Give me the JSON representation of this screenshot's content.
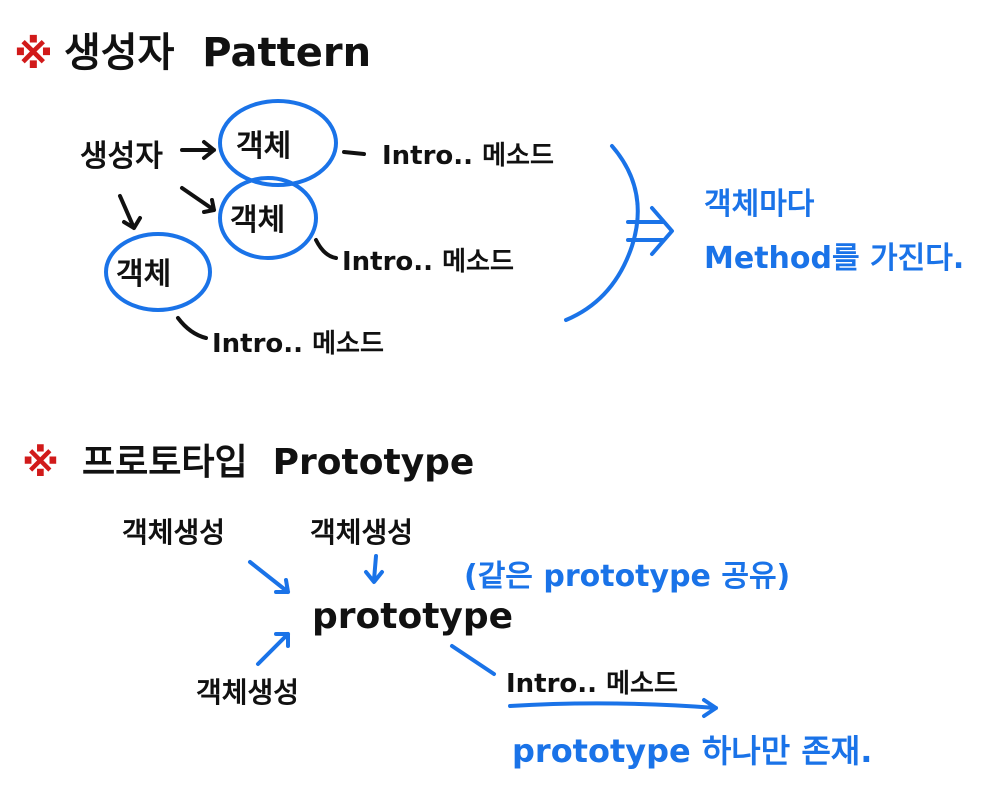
{
  "colors": {
    "ink": "#111111",
    "accent": "#1a73e8",
    "mark": "#d11a1a"
  },
  "section1": {
    "mark": "※",
    "title": "생성자  Pattern",
    "constructor_label": "생성자",
    "objects": [
      "객체",
      "객체",
      "객체"
    ],
    "methods": [
      "Intro.. 메소드",
      "Intro.. 메소드",
      "Intro.. 메소드"
    ],
    "conclusion_line1": "객체마다",
    "conclusion_line2": "Method를 가진다."
  },
  "section2": {
    "mark": "※",
    "title": "프로토타입  Prototype",
    "creators": [
      "객체생성",
      "객체생성",
      "객체생성"
    ],
    "shared_note": "(같은 prototype 공유)",
    "prototype_label": "prototype",
    "method_label": "Intro.. 메소드",
    "footnote": "prototype 하나만 존재."
  }
}
